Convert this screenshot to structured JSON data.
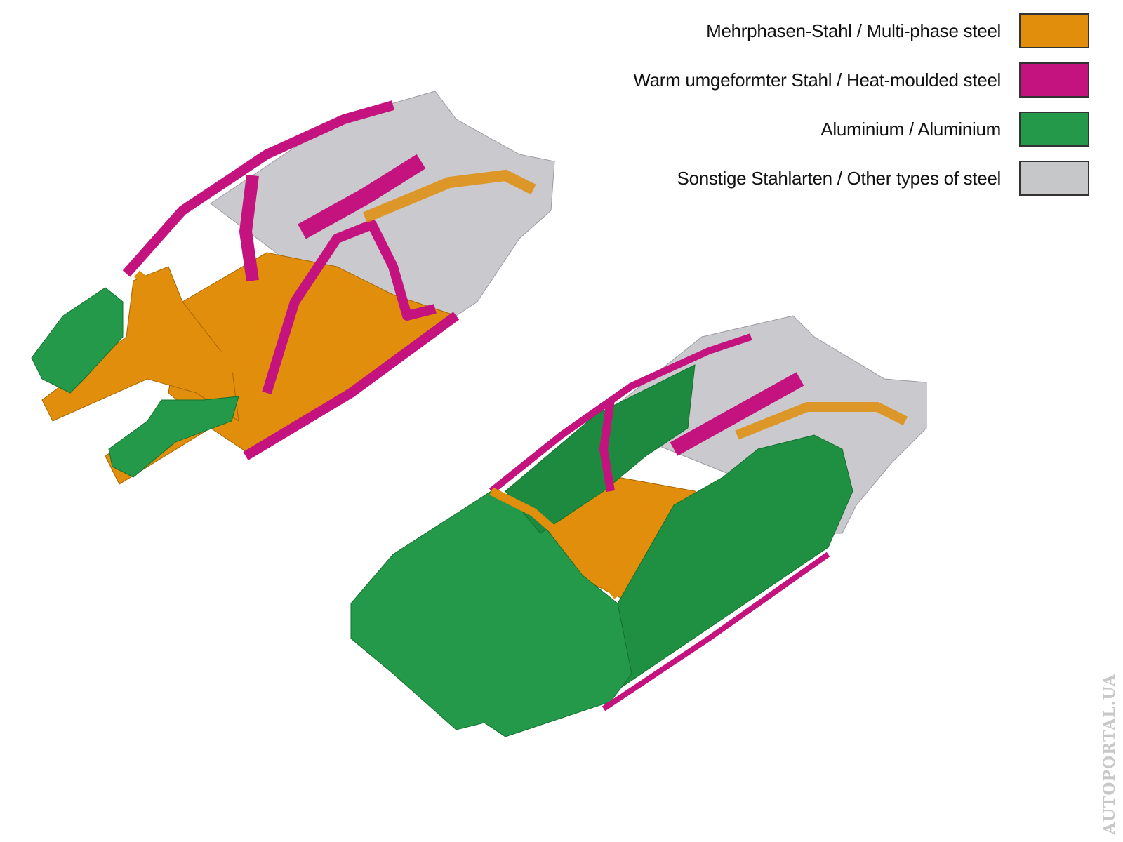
{
  "legend": {
    "items": [
      {
        "label": "Mehrphasen-Stahl / Multi-phase steel",
        "color": "#E08E0B"
      },
      {
        "label": "Warm umgeformter Stahl / Heat-moulded steel",
        "color": "#C4127E"
      },
      {
        "label": "Aluminium / Aluminium",
        "color": "#24994A"
      },
      {
        "label": "Sonstige Stahlarten / Other types of steel",
        "color": "#C6C7C9"
      }
    ]
  },
  "watermark": "AUTOPORTAL.UA"
}
